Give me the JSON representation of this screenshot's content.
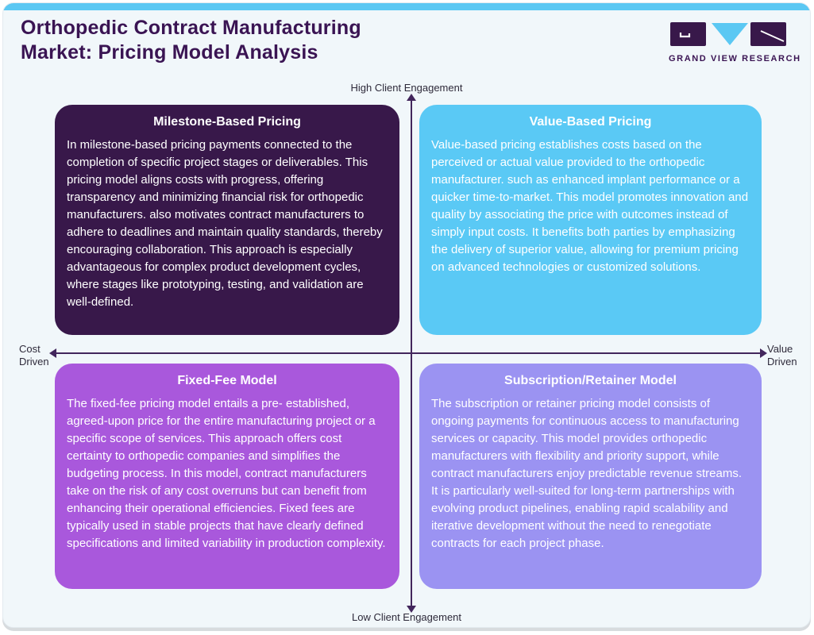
{
  "header": {
    "title": "Orthopedic Contract Manufacturing Market: Pricing Model Analysis",
    "logo_text": "GRAND VIEW RESEARCH"
  },
  "colors": {
    "card_bg": "#f1f7fa",
    "top_bar": "#5bc8f3",
    "title": "#3a1453",
    "axis": "#42265c",
    "quadrant_tl": "#38184a",
    "quadrant_tr": "#5ac9f5",
    "quadrant_bl": "#a958dc",
    "quadrant_br": "#9b93f2"
  },
  "axes": {
    "top": "High Client Engagement",
    "bottom": "Low Client Engagement",
    "left": "Cost Driven",
    "right": "Value Driven"
  },
  "quadrants": {
    "top_left": {
      "title": "Milestone-Based Pricing",
      "body": "In milestone-based pricing payments connected to the completion of specific project stages or deliverables. This pricing model aligns costs with progress, offering transparency and minimizing financial risk for orthopedic manufacturers. also motivates contract manufacturers to adhere to deadlines and maintain quality standards, thereby encouraging collaboration. This approach is especially advantageous for complex product development cycles, where stages like prototyping, testing, and validation are well-defined."
    },
    "top_right": {
      "title": "Value-Based Pricing",
      "body": "Value-based pricing establishes costs based on the perceived or actual value provided to the orthopedic manufacturer. such as enhanced implant performance or a quicker time-to-market. This model promotes innovation and quality by associating the price with outcomes instead of simply input costs. It benefits both parties by emphasizing the delivery of superior value, allowing for premium pricing on advanced technologies or customized solutions."
    },
    "bottom_left": {
      "title": "Fixed-Fee Model",
      "body": "The fixed-fee pricing model entails a pre- established, agreed-upon price for the entire manufacturing project or a specific scope of services. This approach offers cost certainty to orthopedic companies and simplifies the budgeting process. In this model, contract manufacturers take on the risk of any cost overruns but can benefit from enhancing their operational efficiencies. Fixed fees are typically used in stable projects that have clearly defined specifications and limited variability in production complexity."
    },
    "bottom_right": {
      "title": "Subscription/Retainer Model",
      "body": "The subscription or retainer pricing model consists of ongoing payments for continuous access to manufacturing services or capacity. This model provides orthopedic manufacturers with flexibility and priority support, while contract manufacturers enjoy predictable revenue streams. It is particularly well-suited for long-term partnerships with evolving product pipelines, enabling rapid scalability and iterative development without the need to renegotiate contracts for each project phase."
    }
  }
}
